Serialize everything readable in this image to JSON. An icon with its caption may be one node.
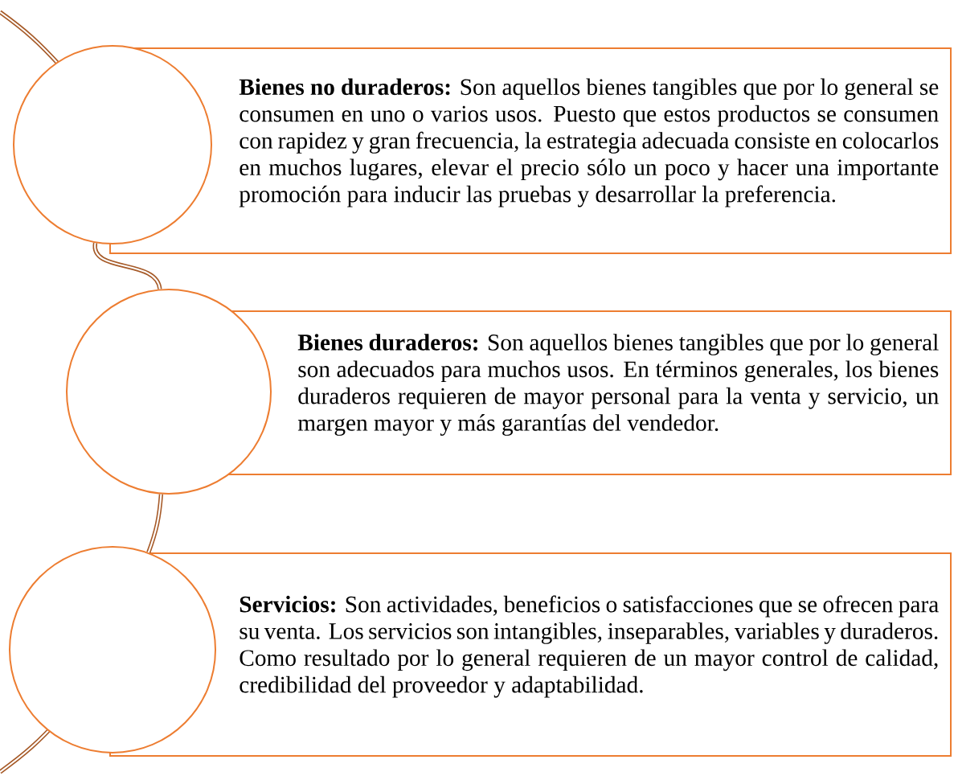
{
  "diagram": {
    "nodes": [
      {
        "text": [],
        "shape": "circle"
      },
      {
        "text": [
          "**Bienes no duraderos:** Son aquellos bienes tangibles que por lo general se consumen en uno o varios usos.  Puesto que estos productos se consumen con rapidez y gran frecuencia, la estrategia adecuada consiste en colocarlos en muchos lugares, elevar el precio sólo un poco y hacer una importante promoción para inducir las pruebas y desarrollar la preferencia."
        ]
      },
      {
        "text": [],
        "shape": "circle"
      },
      {
        "text": [
          "**Bienes duraderos:** Son aquellos bienes tangibles que por lo general son adecuados para muchos usos.  En términos generales, los bienes duraderos requieren de mayor personal para la venta y servicio, un margen mayor y más garantías del vendedor."
        ]
      },
      {
        "text": [],
        "shape": "circle"
      },
      {
        "text": [
          "**Servicios:** Son actividades, beneficios o satisfacciones que se ofrecen para su venta.  Los servicios son intangibles, inseparables, variables y duraderos.  Como resultado por lo general requieren de un mayor control de calidad, credibilidad del proveedor y adaptabilidad."
        ]
      }
    ],
    "edges": [
      {
        "from": 0,
        "to": 2,
        "arrow": "none"
      },
      {
        "from": 2,
        "to": 4,
        "arrow": "none"
      }
    ]
  }
}
